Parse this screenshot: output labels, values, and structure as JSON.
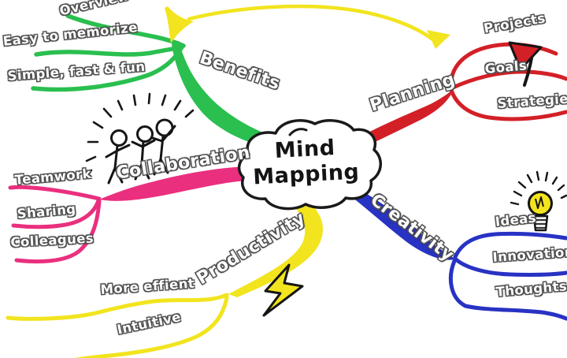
{
  "title": "Mind Mapping",
  "colors": {
    "green": "#2abf4f",
    "red": "#d32027",
    "pink": "#ea2f7e",
    "blue": "#2832c3",
    "yellow": "#f2e41e",
    "ink": "#1a1a1a"
  },
  "center": {
    "line1": "Mind",
    "line2": "Mapping"
  },
  "branches": [
    {
      "id": "benefits",
      "label": "Benefits",
      "color": "#2abf4f",
      "children": [
        "Overview",
        "Easy to memorize",
        "Simple, fast & fun"
      ],
      "icon": "curved-arrow-icon"
    },
    {
      "id": "planning",
      "label": "Planning",
      "color": "#d32027",
      "children": [
        "Projects",
        "Goals",
        "Strategies"
      ],
      "icon": "red-flag-icon"
    },
    {
      "id": "collaboration",
      "label": "Collaboration",
      "color": "#ea2f7e",
      "children": [
        "Teamwork",
        "Sharing",
        "Colleagues"
      ],
      "icon": "cheering-people-icon"
    },
    {
      "id": "creativity",
      "label": "Creativity",
      "color": "#2832c3",
      "children": [
        "Ideas",
        "Innovation",
        "Thoughts"
      ],
      "icon": "light-bulb-icon"
    },
    {
      "id": "productivity",
      "label": "Productivity",
      "color": "#f2e41e",
      "children": [
        "More effient",
        "Intuitive"
      ],
      "icon": "lightning-bolt-icon"
    }
  ]
}
